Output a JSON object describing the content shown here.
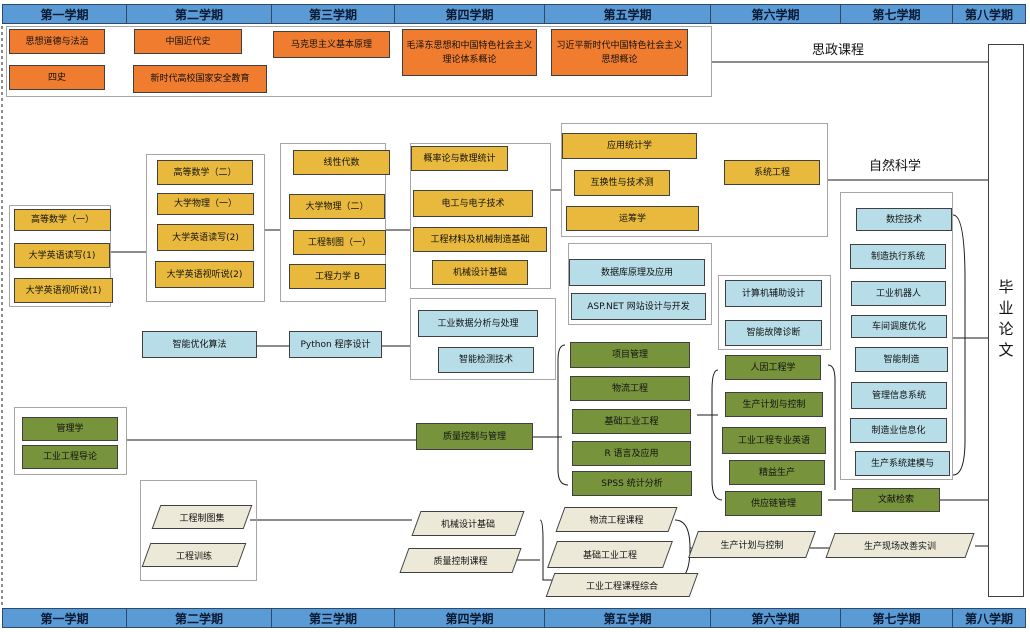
{
  "semesters": [
    "第一学期",
    "第二学期",
    "第三学期",
    "第四学期",
    "第五学期",
    "第六学期",
    "第七学期",
    "第八学期"
  ],
  "labels": {
    "politics": "思政课程",
    "science": "自然科学",
    "thesis": "毕业论文"
  },
  "courses": {
    "c_sixiang": "思想道德与法治",
    "c_sishi": "四史",
    "c_jindai": "中国近代史",
    "c_guoan": "新时代高校国家安全教育",
    "c_makesi": "马克思主义基本原理",
    "c_maozedong": "毛泽东思想和中国特色社会主义理论体系概论",
    "c_xi": "习近平新时代中国特色社会主义思想概论",
    "c_gaoshu1": "高等数学（一）",
    "c_yingdu1": "大学英语读写(1)",
    "c_yingting1": "大学英语视听说(1)",
    "c_gaoshu2": "高等数学（二）",
    "c_wuli1": "大学物理（一）",
    "c_yingdu2": "大学英语读写(2)",
    "c_yingting2": "大学英语视听说(2)",
    "c_xiandai": "线性代数",
    "c_wuli2": "大学物理（二）",
    "c_zhitu": "工程制图（一）",
    "c_lixue": "工程力学 B",
    "c_gailv": "概率论与数理统计",
    "c_diangong": "电工与电子技术",
    "c_cailiao": "工程材料及机械制造基础",
    "c_jixie": "机械设计基础",
    "c_tongji": "应用统计学",
    "c_huhuan": "互换性与技术测",
    "c_yunchou": "运筹学",
    "c_xitong": "系统工程",
    "c_shujuku": "数据库原理及应用",
    "c_aspnet": "ASP.NET 网站设计与开发",
    "c_fuzhu": "计算机辅助设计",
    "c_guzhang": "智能故障诊断",
    "c_shukong": "数控技术",
    "c_zhizao": "制造执行系统",
    "c_jiqiren": "工业机器人",
    "c_chejian": "车间调度优化",
    "c_zhinengzz": "智能制造",
    "c_guanlixx": "管理信息系统",
    "c_zhizaoxx": "制造业信息化",
    "c_jianmo": "生产系统建模与",
    "c_youhua": "智能优化算法",
    "c_python": "Python 程序设计",
    "c_gongye_shuju": "工业数据分析与处理",
    "c_jiance": "智能检测技术",
    "c_guanlixue": "管理学",
    "c_daolun": "工业工程导论",
    "c_zhiliang": "质量控制与管理",
    "c_xiangmu": "项目管理",
    "c_wuliu": "物流工程",
    "c_jichu": "基础工业工程",
    "c_r": "R 语言及应用",
    "c_spss": "SPSS 统计分析",
    "c_renyin": "人因工程学",
    "c_shengchan": "生产计划与控制",
    "c_yingyu": "工业工程专业英语",
    "c_jingyi": "精益生产",
    "c_gongying": "供应链管理",
    "c_wenxian": "文献检索"
  },
  "practicals": {
    "p_tuji": "工程制图集",
    "p_xunlian": "工程训练",
    "p_jixie": "机械设计基础",
    "p_zhiliang": "质量控制课程",
    "p_wuliu": "物流工程课程",
    "p_jichu": "基础工业工程",
    "p_zonghe": "工业工程课程综合",
    "p_shengchan": "生产计划与控制",
    "p_xianchang": "生产现场改善实训"
  },
  "colors": {
    "header": "#5b9bd5",
    "politics": "#f07c2f",
    "basic": "#e8b93d",
    "info": "#b7dde8",
    "management": "#77933c",
    "practice": "#ece9d8"
  }
}
